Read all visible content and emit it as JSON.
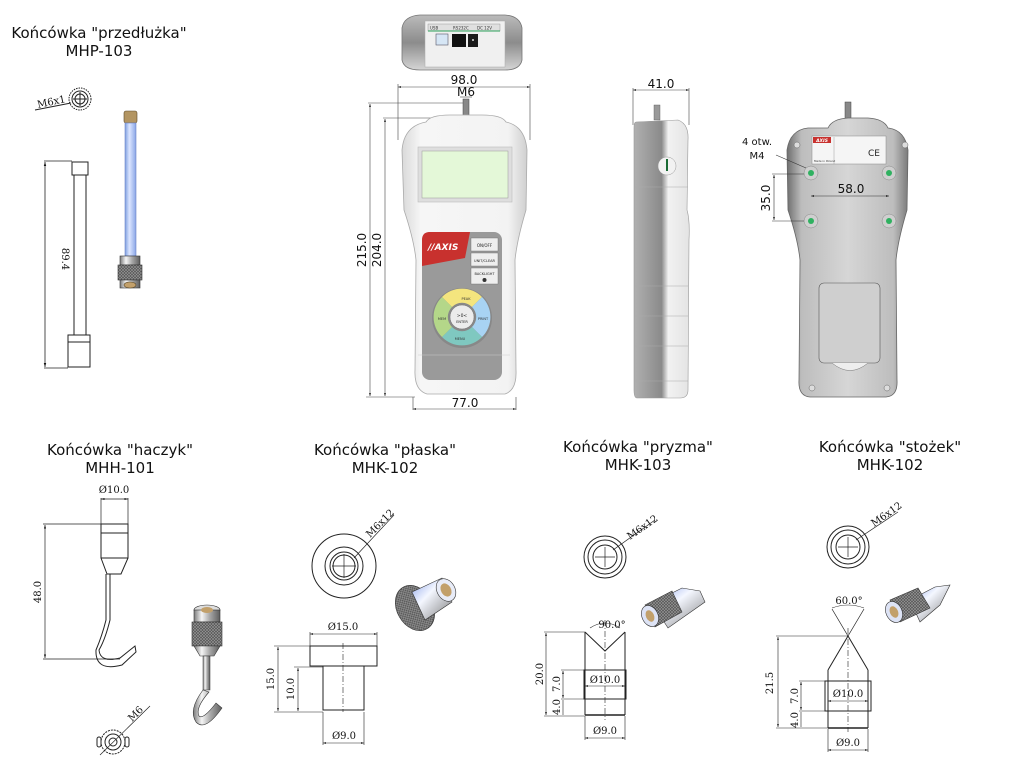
{
  "products": [
    {
      "name": "Końcówka \"przedłużka\"",
      "code": "MHP-103",
      "thread": "M6x1",
      "length": "89.4"
    },
    {
      "name": "Końcówka \"haczyk\"",
      "code": "MHH-101",
      "diameter": "Ø10.0",
      "length": "48.0",
      "thread": "M6"
    },
    {
      "name": "Końcówka \"płaska\"",
      "code": "MHK-102",
      "thread": "M6x12",
      "diam_top": "Ø15.0",
      "diam_bottom": "Ø9.0",
      "height_total": "15.0",
      "height_lower": "10.0"
    },
    {
      "name": "Końcówka \"pryzma\"",
      "code": "MHK-103",
      "thread": "M6x12",
      "angle": "90.0°",
      "height_total": "20.0",
      "height_mid": "7.0",
      "height_low": "4.0",
      "diam_mid": "Ø10.0",
      "diam_bottom": "Ø9.0"
    },
    {
      "name": "Końcówka \"stożek\"",
      "code": "MHK-102",
      "thread": "M6x12",
      "angle": "60.0°",
      "height_total": "21.5",
      "height_mid": "7.0",
      "height_low": "4.0",
      "diam_mid": "Ø10.0",
      "diam_bottom": "Ø9.0"
    }
  ],
  "device": {
    "top_view": {
      "usb": "USB",
      "rs232": "RS232C",
      "power": "DC 12V"
    },
    "front": {
      "width": "98.0",
      "thread": "M6",
      "height_total": "215.0",
      "height_body": "204.0",
      "bottom_width": "77.0",
      "brand": "//AXIS",
      "keys": {
        "onoff": "ON/OFF",
        "unit_clear": "UNIT/CLEAR",
        "backlight": "BACKLIGHT",
        "peak": "PEAK",
        "print": "PRINT",
        "menu": "MENU",
        "mem": "MEM",
        "enter_top": ">0<",
        "enter": "ENTER"
      }
    },
    "side": {
      "depth": "41.0"
    },
    "back": {
      "holes_label_1": "4 otw.",
      "holes_label_2": "M4",
      "hole_spacing_h": "58.0",
      "hole_spacing_v": "35.0",
      "plate_brand": "AXIS",
      "ce": "CE",
      "made_in": "Made in Poland"
    }
  }
}
